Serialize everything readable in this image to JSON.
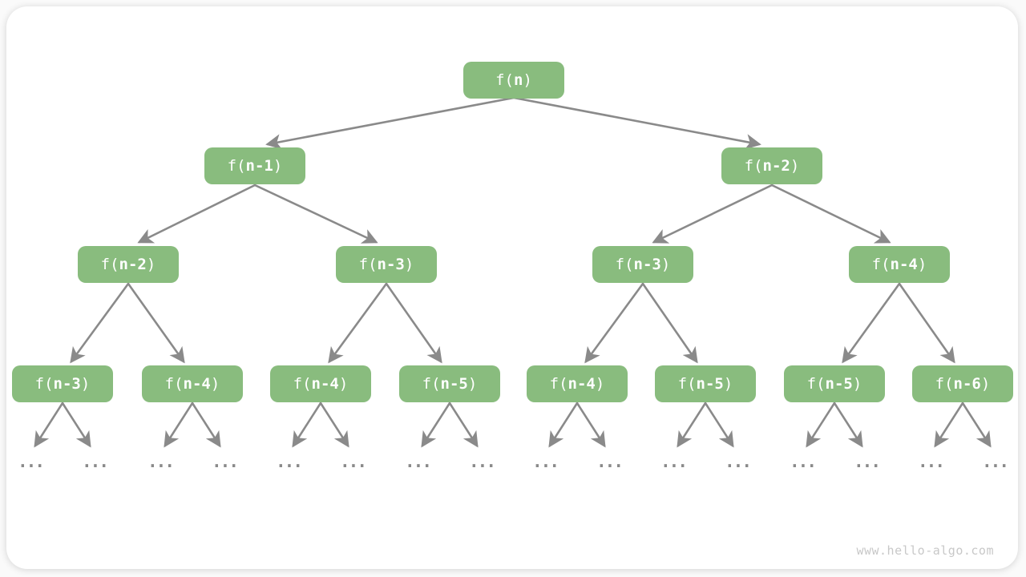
{
  "figure": {
    "watermark": "www.hello-algo.com"
  },
  "colors": {
    "node_fill": "#89BC7E",
    "node_text": "#FFFFFF",
    "edge": "#8A8A8A",
    "watermark_text": "#C8C8C8",
    "card_background": "#FFFFFF"
  },
  "tree": {
    "ellipsis": "...",
    "nodes": [
      {
        "level": 1,
        "pre": "f(",
        "arg": "n",
        "post": ")"
      },
      {
        "level": 2,
        "pre": "f(",
        "arg": "n-1",
        "post": ")"
      },
      {
        "level": 2,
        "pre": "f(",
        "arg": "n-2",
        "post": ")"
      },
      {
        "level": 3,
        "pre": "f(",
        "arg": "n-2",
        "post": ")"
      },
      {
        "level": 3,
        "pre": "f(",
        "arg": "n-3",
        "post": ")"
      },
      {
        "level": 3,
        "pre": "f(",
        "arg": "n-3",
        "post": ")"
      },
      {
        "level": 3,
        "pre": "f(",
        "arg": "n-4",
        "post": ")"
      },
      {
        "level": 4,
        "pre": "f(",
        "arg": "n-3",
        "post": ")"
      },
      {
        "level": 4,
        "pre": "f(",
        "arg": "n-4",
        "post": ")"
      },
      {
        "level": 4,
        "pre": "f(",
        "arg": "n-4",
        "post": ")"
      },
      {
        "level": 4,
        "pre": "f(",
        "arg": "n-5",
        "post": ")"
      },
      {
        "level": 4,
        "pre": "f(",
        "arg": "n-4",
        "post": ")"
      },
      {
        "level": 4,
        "pre": "f(",
        "arg": "n-5",
        "post": ")"
      },
      {
        "level": 4,
        "pre": "f(",
        "arg": "n-5",
        "post": ")"
      },
      {
        "level": 4,
        "pre": "f(",
        "arg": "n-6",
        "post": ")"
      }
    ]
  }
}
